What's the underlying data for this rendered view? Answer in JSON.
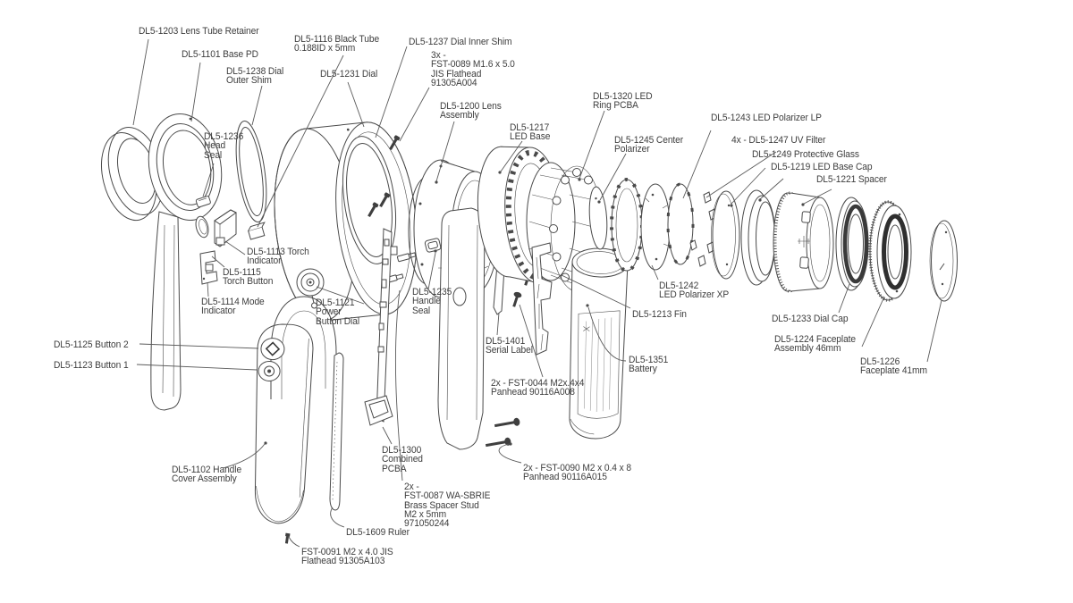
{
  "colors": {
    "ink": "#3d3d3d",
    "line": "#4a4a4a",
    "background": "#ffffff"
  },
  "labels": {
    "lens_tube_retainer": {
      "lines": [
        "DL5-1203 Lens Tube Retainer"
      ]
    },
    "base_pd": {
      "lines": [
        "DL5-1101 Base PD"
      ]
    },
    "dial_outer_shim": {
      "lines": [
        "DL5-1238 Dial",
        "Outer Shim"
      ]
    },
    "black_tube": {
      "lines": [
        "DL5-1116 Black Tube",
        "0.188ID x 5mm"
      ]
    },
    "dial": {
      "lines": [
        "DL5-1231 Dial"
      ]
    },
    "dial_inner_shim": {
      "lines": [
        "DL5-1237 Dial Inner Shim"
      ]
    },
    "screw_fst0089": {
      "lines": [
        "3x -",
        "FST-0089 M1.6 x 5.0",
        "JIS Flathead",
        "91305A004"
      ]
    },
    "lens_assembly": {
      "lines": [
        "DL5-1200 Lens",
        "Assembly"
      ]
    },
    "led_base": {
      "lines": [
        "DL5-1217",
        "LED Base"
      ]
    },
    "led_ring_pcba": {
      "lines": [
        "DL5-1320 LED",
        "Ring PCBA"
      ]
    },
    "center_polarizer": {
      "lines": [
        "DL5-1245 Center",
        "Polarizer"
      ]
    },
    "led_polarizer_lp": {
      "lines": [
        "DL5-1243 LED Polarizer LP"
      ]
    },
    "uv_filter": {
      "lines": [
        "4x - DL5-1247 UV Filter"
      ]
    },
    "protective_glass": {
      "lines": [
        "DL5-1249 Protective Glass"
      ]
    },
    "led_base_cap": {
      "lines": [
        "DL5-1219 LED Base Cap"
      ]
    },
    "spacer": {
      "lines": [
        "DL5-1221 Spacer"
      ]
    },
    "head_seal": {
      "lines": [
        "DL5-1236",
        "Head",
        "Seal"
      ]
    },
    "torch_indicator": {
      "lines": [
        "DL5-1113 Torch",
        "Indicator"
      ]
    },
    "torch_button": {
      "lines": [
        "DL5-1115",
        "Torch Button"
      ]
    },
    "mode_indicator": {
      "lines": [
        "DL5-1114 Mode",
        "Indicator"
      ]
    },
    "power_button_dial": {
      "lines": [
        "DL5-1121",
        "Power",
        "Button Dial"
      ]
    },
    "handle_seal": {
      "lines": [
        "DL5-1235",
        "Handle",
        "Seal"
      ]
    },
    "serial_label": {
      "lines": [
        "DL5-1401",
        "Serial Label"
      ]
    },
    "led_polarizer_xp": {
      "lines": [
        "DL5-1242",
        "LED Polarizer XP"
      ]
    },
    "fin": {
      "lines": [
        "DL5-1213 Fin"
      ]
    },
    "battery": {
      "lines": [
        "DL5-1351",
        "Battery"
      ]
    },
    "dial_cap": {
      "lines": [
        "DL5-1233 Dial Cap"
      ]
    },
    "faceplate_46": {
      "lines": [
        "DL5-1224 Faceplate",
        "Assembly 46mm"
      ]
    },
    "faceplate_41": {
      "lines": [
        "DL5-1226",
        "Faceplate 41mm"
      ]
    },
    "button_2": {
      "lines": [
        "DL5-1125 Button 2"
      ]
    },
    "button_1": {
      "lines": [
        "DL5-1123 Button 1"
      ]
    },
    "handle_cover": {
      "lines": [
        "DL5-1102 Handle",
        "Cover Assembly"
      ]
    },
    "combined_pcba": {
      "lines": [
        "DL5-1300",
        "Combined",
        "PCBA"
      ]
    },
    "brass_spacer_stud": {
      "lines": [
        "2x -",
        "FST-0087 WA-SBRIE",
        "Brass Spacer Stud",
        "M2 x 5mm",
        "971050244"
      ]
    },
    "ruler": {
      "lines": [
        "DL5-1609 Ruler"
      ]
    },
    "screw_fst0091": {
      "lines": [
        "FST-0091 M2 x 4.0 JIS",
        "Flathead 91305A103"
      ]
    },
    "screw_fst0044": {
      "lines": [
        "2x - FST-0044 M2x.4x4",
        "Panhead 90116A008"
      ]
    },
    "screw_fst0090": {
      "lines": [
        "2x - FST-0090 M2 x 0.4 x 8",
        "Panhead 90116A015"
      ]
    }
  }
}
